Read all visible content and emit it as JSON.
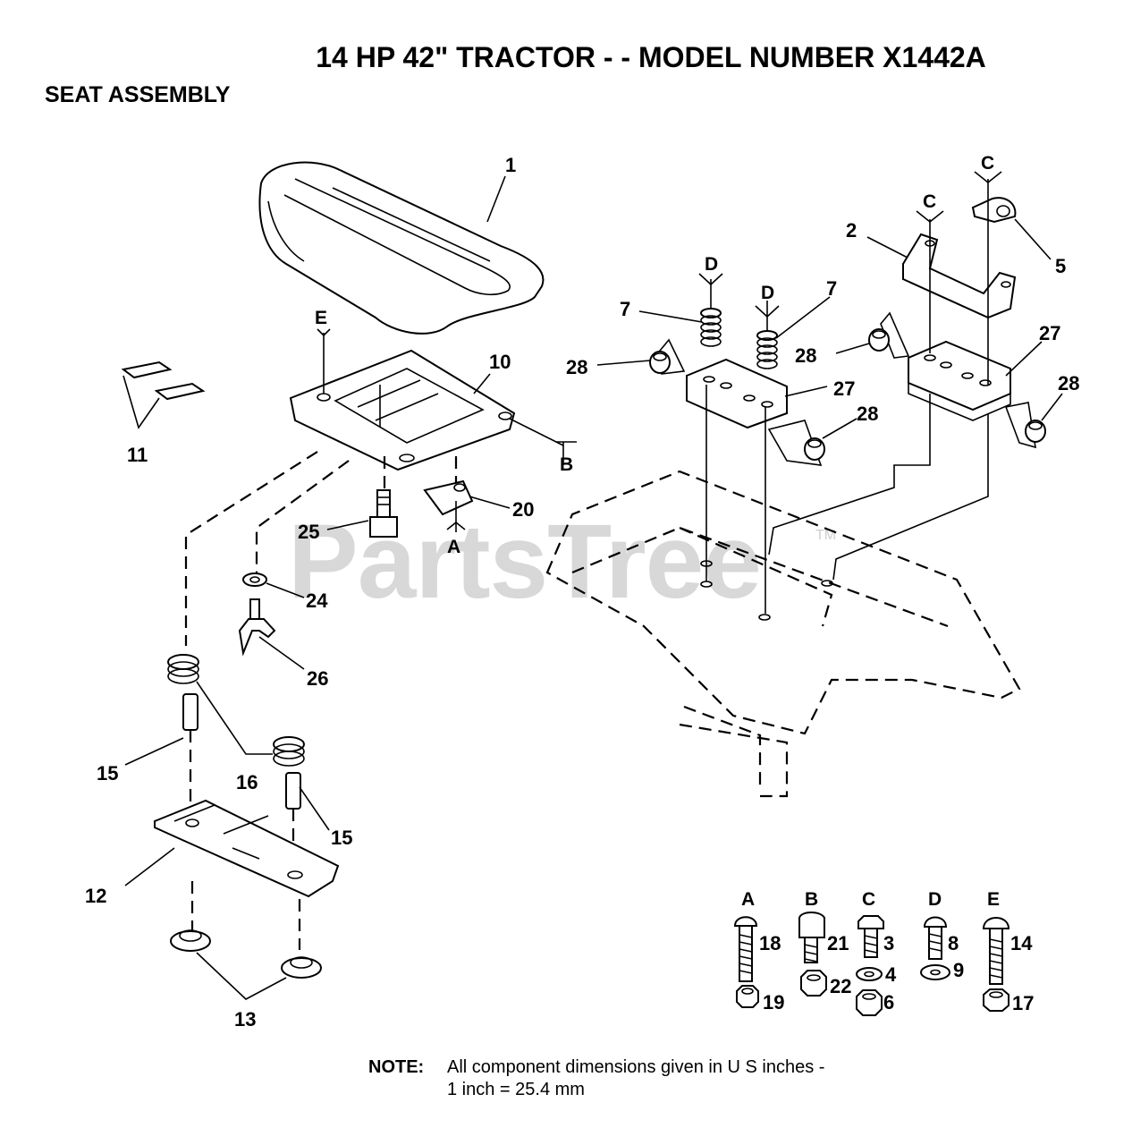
{
  "title": "14 HP 42\" TRACTOR - - MODEL NUMBER X1442A",
  "subtitle": "SEAT ASSEMBLY",
  "watermark": "PartsTree",
  "watermark_mark": "TM",
  "note": {
    "label": "NOTE:",
    "line1": "All component dimensions given in U S  inches -",
    "line2": "1 inch = 25.4 mm"
  },
  "callouts": {
    "c1": "1",
    "c2": "2",
    "c5": "5",
    "c7a": "7",
    "c7b": "7",
    "c10": "10",
    "c11": "11",
    "c12": "12",
    "c13": "13",
    "c15a": "15",
    "c15b": "15",
    "c16": "16",
    "c20": "20",
    "c24": "24",
    "c25": "25",
    "c26": "26",
    "c27a": "27",
    "c27b": "27",
    "c28a": "28",
    "c28b": "28",
    "c28c": "28",
    "c28d": "28"
  },
  "ref_letters": {
    "E": "E",
    "B": "B",
    "A": "A",
    "D1": "D",
    "D2": "D",
    "C1": "C",
    "C2": "C"
  },
  "hardware_groups": [
    {
      "letter": "A",
      "parts": [
        "18",
        "19"
      ]
    },
    {
      "letter": "B",
      "parts": [
        "21",
        "22"
      ]
    },
    {
      "letter": "C",
      "parts": [
        "3",
        "4",
        "6"
      ]
    },
    {
      "letter": "D",
      "parts": [
        "8",
        "9"
      ]
    },
    {
      "letter": "E",
      "parts": [
        "14",
        "17"
      ]
    }
  ]
}
